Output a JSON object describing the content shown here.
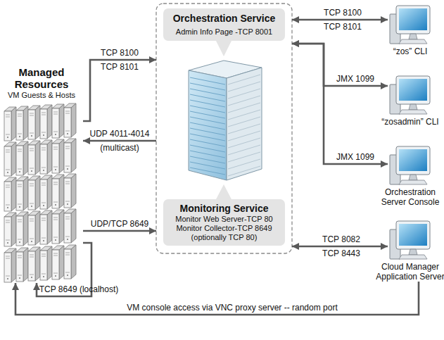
{
  "diagram": {
    "nodes": [
      {
        "text": [
          "Managed Resources",
          "VM Guests & Hosts"
        ]
      },
      {
        "text": [
          "Orchestration Service",
          "Admin Info Page -TCP 8001"
        ]
      },
      {
        "text": [
          "Monitoring Service",
          "Monitor Web Server-TCP 80",
          "Monitor Collector-TCP 8649",
          "(optionally TCP 80)"
        ]
      },
      {
        "text": [
          "“zos” CLI"
        ]
      },
      {
        "text": [
          "“zosadmin” CLI"
        ]
      },
      {
        "text": [
          "Orchestration Server Console"
        ]
      },
      {
        "text": [
          "Cloud Manager Application Server"
        ]
      }
    ],
    "edges": [
      {
        "from": 0,
        "to": 1,
        "arrow": "to",
        "label": "TCP 8100 TCP 8101"
      },
      {
        "from": 1,
        "to": 0,
        "arrow": "to",
        "label": "UDP 4011-4014 (multicast)"
      },
      {
        "from": 0,
        "to": 2,
        "arrow": "to",
        "label": "UDP/TCP 8649"
      },
      {
        "from": 0,
        "to": 0,
        "arrow": "to",
        "label": "TCP 8649 (localhost)"
      },
      {
        "from": 1,
        "to": 3,
        "arrow": "both",
        "label": "TCP 8100 TCP 8101"
      },
      {
        "from": 1,
        "to": 4,
        "arrow": "both",
        "label": "JMX 1099"
      },
      {
        "from": 1,
        "to": 5,
        "arrow": "both",
        "label": "JMX 1099"
      },
      {
        "from": 2,
        "to": 6,
        "arrow": "both",
        "label": "TCP 8082 TCP 8443"
      },
      {
        "from": 6,
        "to": 0,
        "arrow": "to",
        "label": "VM console access via VNC proxy server -- random port"
      }
    ]
  }
}
